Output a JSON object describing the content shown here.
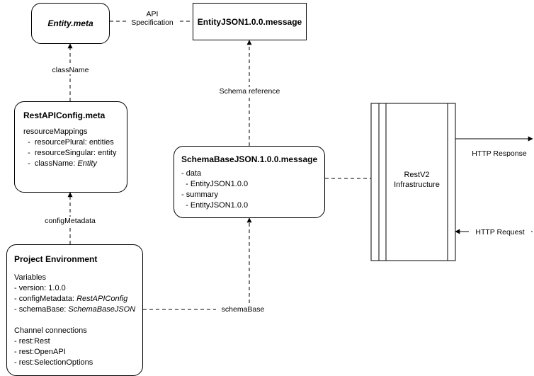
{
  "diagram": {
    "nodes": {
      "entity_meta": {
        "title": "Entity.meta"
      },
      "entity_json": {
        "title": "EntityJSON1.0.0.message"
      },
      "rest_api_config": {
        "title": "RestAPIConfig.meta",
        "lines": [
          "resourceMappings",
          "  -  resourcePlural: entities",
          "  -  resourceSingular: entity",
          "  -  className: ",
          "Entity"
        ],
        "body_plain": "resourceMappings\n  -  resourcePlural: entities\n  -  resourceSingular: entity\n  -  className: ",
        "body_italic": "Entity"
      },
      "schema_base": {
        "title": "SchemaBaseJSON.1.0.0.message",
        "body": "- data\n  - EntityJSON1.0.0\n- summary\n  - EntityJSON1.0.0"
      },
      "project_environment": {
        "title": "Project Environment",
        "body_line1": "Variables",
        "body_line2": "- version: 1.0.0",
        "body_line3_prefix": "- configMetadata: ",
        "body_line3_italic": "RestAPIConfig",
        "body_line4_prefix": "- schemaBase: ",
        "body_line4_italic": "SchemaBaseJSON",
        "body_line6": "Channel connections",
        "body_line7": "- rest:Rest",
        "body_line8": "- rest:OpenAPI",
        "body_line9": "- rest:SelectionOptions"
      },
      "infrastructure": {
        "label": "RestV2\nInfrastructure"
      }
    },
    "edge_labels": {
      "api_specification": "API\nSpecification",
      "class_name": "className",
      "schema_reference": "Schema reference",
      "config_metadata": "configMetadata",
      "schema_base": "schemaBase",
      "http_response": "HTTP Response",
      "http_request": "HTTP Request"
    },
    "colors": {
      "stroke": "#000000",
      "background": "#ffffff",
      "text": "#000000"
    }
  }
}
